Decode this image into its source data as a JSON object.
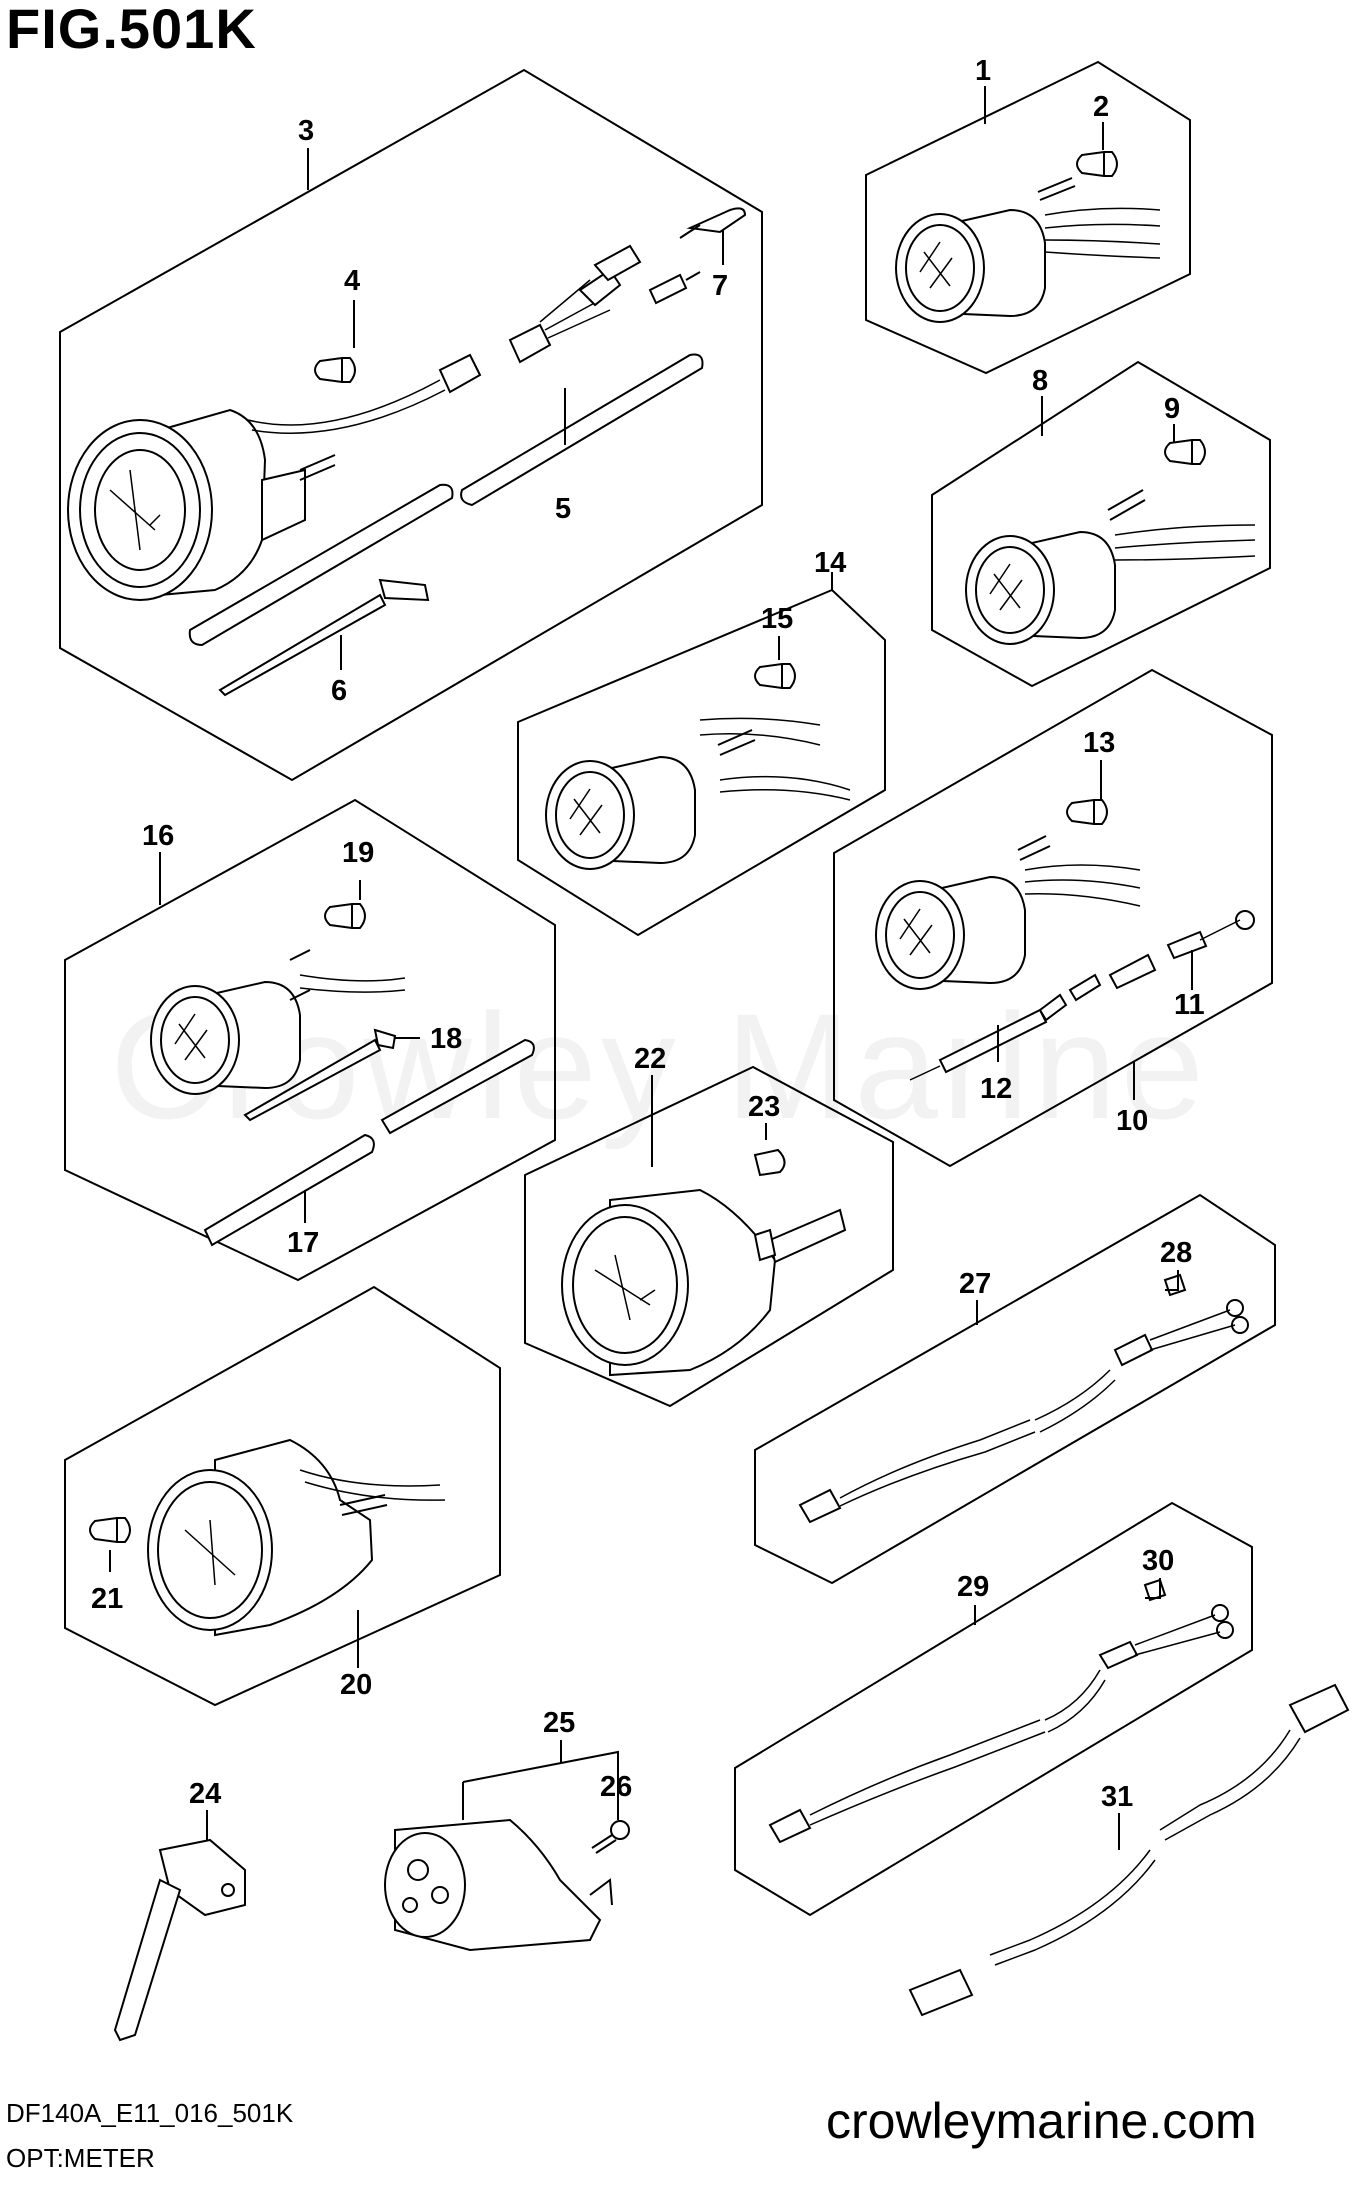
{
  "figure_title": "FIG.501K",
  "diagram_code": "DF140A_E11_016_501K",
  "diagram_name": "OPT:METER",
  "website": "crowleymarine.com",
  "watermark": "Crowley Marine",
  "callouts": [
    "1",
    "2",
    "3",
    "4",
    "5",
    "6",
    "7",
    "8",
    "9",
    "10",
    "11",
    "12",
    "13",
    "14",
    "15",
    "16",
    "17",
    "18",
    "19",
    "20",
    "21",
    "22",
    "23",
    "24",
    "25",
    "26",
    "27",
    "28",
    "29",
    "30",
    "31"
  ]
}
